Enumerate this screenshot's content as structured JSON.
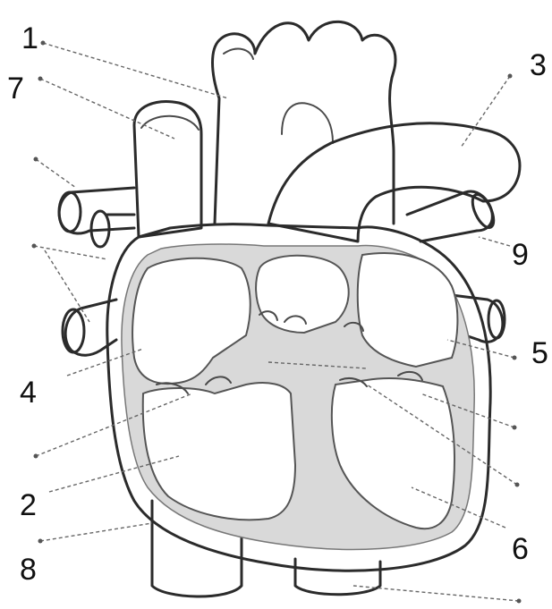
{
  "labels": {
    "l1": "1",
    "l2": "2",
    "l3": "3",
    "l4": "4",
    "l5": "5",
    "l6": "6",
    "l7": "7",
    "l8": "8",
    "l9": "9"
  },
  "colors": {
    "outline": "#2b2b2b",
    "wall": "#d9d9d9",
    "background": "#ffffff"
  }
}
